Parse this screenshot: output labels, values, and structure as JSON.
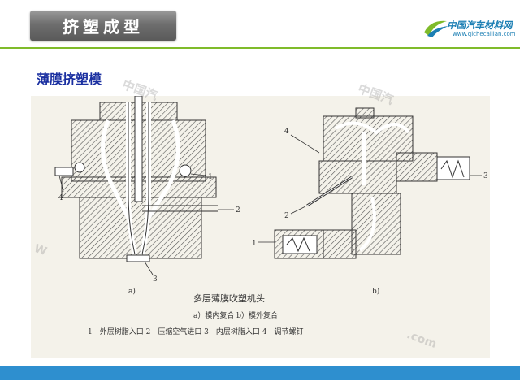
{
  "header": {
    "title": "挤塑成型",
    "logo_text": "中国汽车材料网",
    "logo_url": "www.qichecailian.com"
  },
  "slide": {
    "subtitle": "薄膜挤塑模"
  },
  "figure": {
    "label_a": "a)",
    "label_b": "b)",
    "caption_title": "多层薄膜吹塑机头",
    "caption_sub": "a）模内复合  b）模外复合",
    "caption_legend": "1—外层树脂入口   2—压缩空气进口   3—内层树脂入口   4—调节螺钉",
    "a_callouts": [
      "1",
      "2",
      "3",
      "4"
    ],
    "b_callouts": [
      "1",
      "2",
      "3",
      "4"
    ]
  },
  "watermarks": [
    "中国汽",
    "中国汽",
    ".com",
    "W"
  ],
  "colors": {
    "title_bar": "#6e6e6e",
    "accent_rule": "#7fbb2a",
    "subtitle": "#1a2fa0",
    "bottom_bar": "#2e8fcf",
    "logo": "#1c7fb4"
  }
}
